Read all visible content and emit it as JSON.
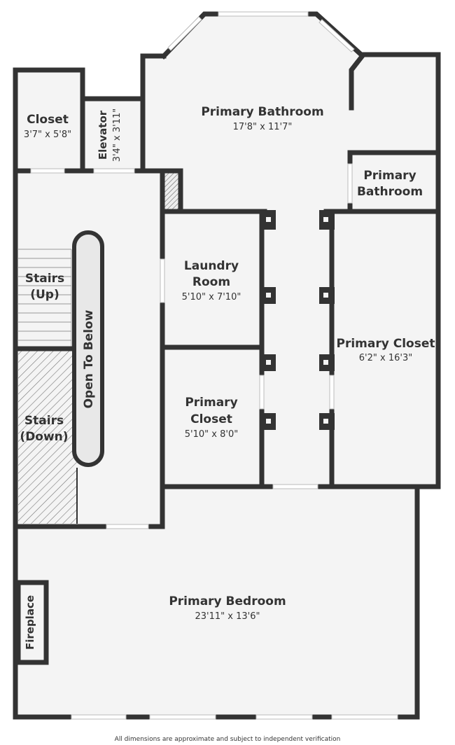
{
  "rooms": {
    "closet_small": {
      "name": "Closet",
      "dim": "3'7\" x 5'8\""
    },
    "elevator": {
      "name": "Elevator",
      "dim": "3'4\" x 3'11\""
    },
    "primary_bathroom": {
      "name": "Primary Bathroom",
      "dim": "17'8\" x 11'7\""
    },
    "primary_bathroom_small": {
      "line1": "Primary",
      "line2": "Bathroom"
    },
    "laundry": {
      "line1": "Laundry",
      "line2": "Room",
      "dim": "5'10\" x 7'10\""
    },
    "stairs_up": {
      "line1": "Stairs",
      "line2": "(Up)"
    },
    "open_to_below": {
      "name": "Open To Below"
    },
    "primary_closet_large": {
      "name": "Primary Closet",
      "dim": "6'2\" x 16'3\""
    },
    "stairs_down": {
      "line1": "Stairs",
      "line2": "(Down)"
    },
    "primary_closet_small": {
      "line1": "Primary",
      "line2": "Closet",
      "dim": "5'10\" x 8'0\""
    },
    "primary_bedroom": {
      "name": "Primary Bedroom",
      "dim": "23'11\" x 13'6\""
    },
    "fireplace": {
      "name": "Fireplace"
    }
  },
  "disclaimer": "All dimensions are approximate and subject to independent verification",
  "colors": {
    "wall": "#333333",
    "floor": "#f4f4f4",
    "window": "#ffffff",
    "background": "#ffffff"
  }
}
